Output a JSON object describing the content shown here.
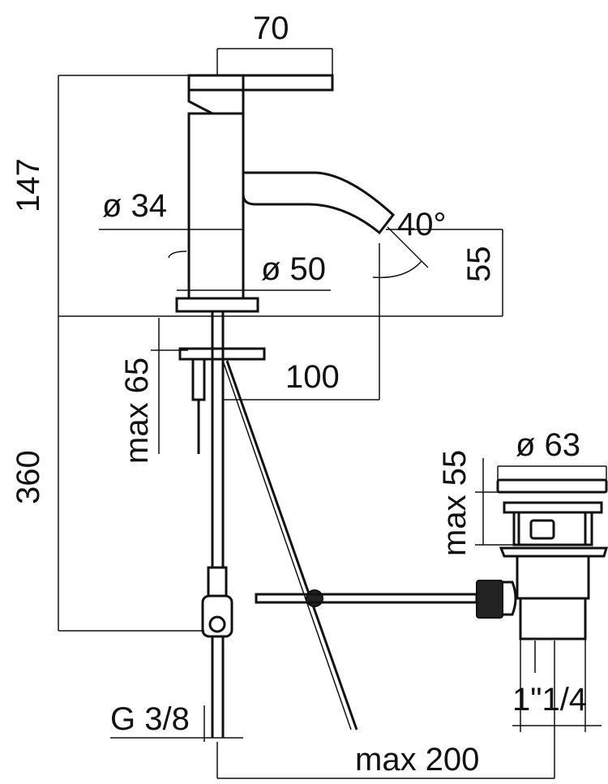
{
  "dimensions": {
    "spout_reach": "70",
    "total_height": "147",
    "body_diameter": "ø 34",
    "base_diameter": "ø 50",
    "spout_angle": "40°",
    "spout_height": "55",
    "spout_projection": "100",
    "max_deck_thickness": "max 65",
    "hose_length": "360",
    "waste_height": "max 55",
    "waste_diameter": "ø 63",
    "waste_thread": "1\"1/4",
    "inlet_thread": "G 3/8",
    "max_rod_length": "max 200"
  },
  "colors": {
    "line": "#111111",
    "background": "#ffffff"
  }
}
